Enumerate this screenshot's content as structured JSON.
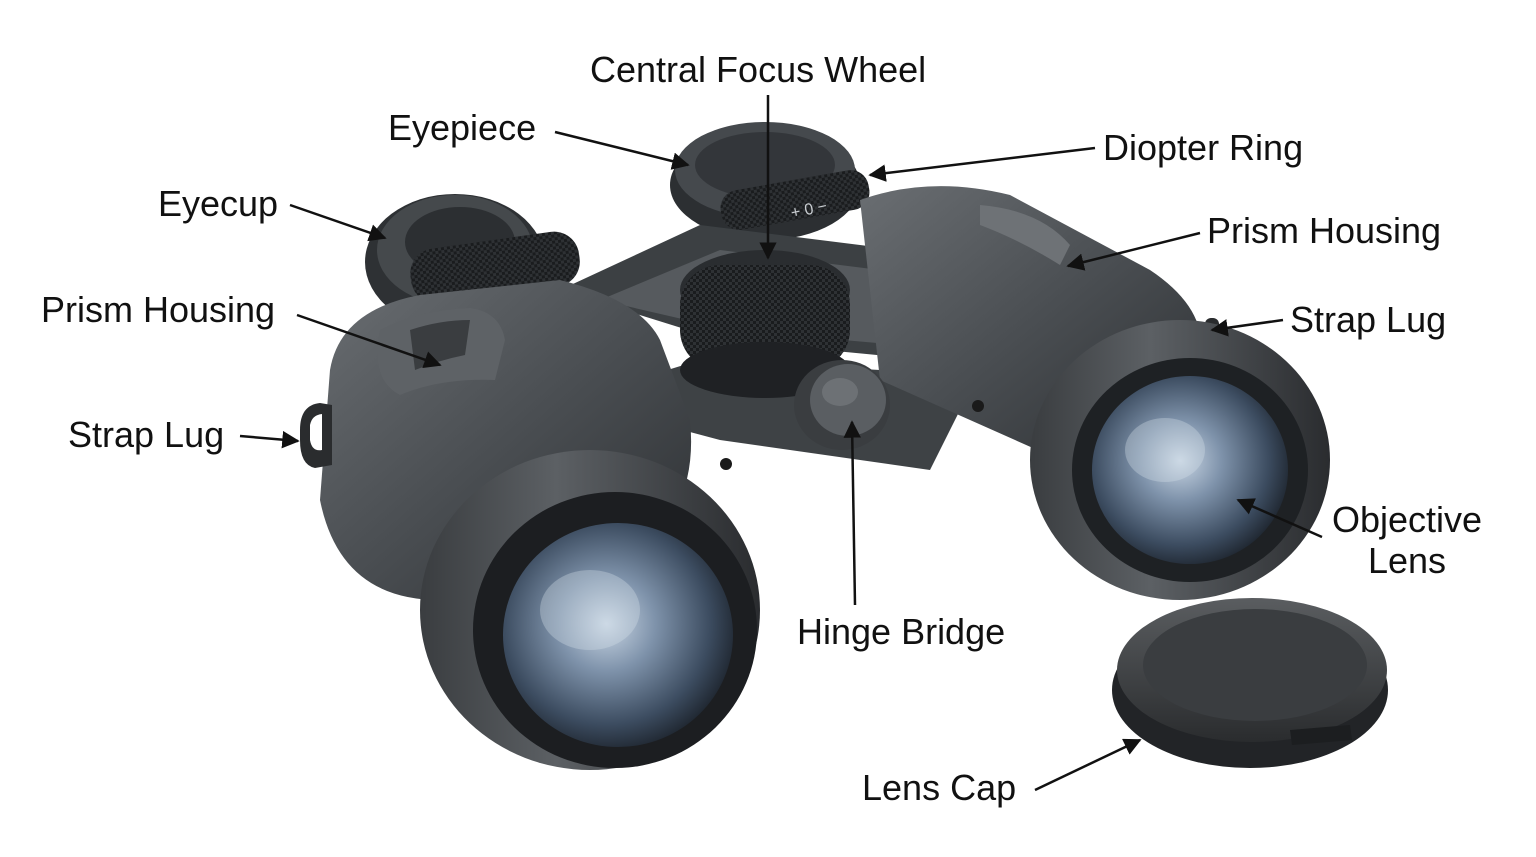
{
  "diagram": {
    "labels": {
      "central_focus_wheel": "Central Focus Wheel",
      "eyepiece": "Eyepiece",
      "diopter_ring": "Diopter Ring",
      "eyecup": "Eyecup",
      "prism_housing_right": "Prism Housing",
      "prism_housing_left": "Prism Housing",
      "strap_lug_right": "Strap Lug",
      "strap_lug_left": "Strap Lug",
      "objective_lens_line1": "Objective",
      "objective_lens_line2": "Lens",
      "hinge_bridge": "Hinge Bridge",
      "lens_cap": "Lens Cap"
    },
    "diopter_scale": "+ 0 −"
  }
}
